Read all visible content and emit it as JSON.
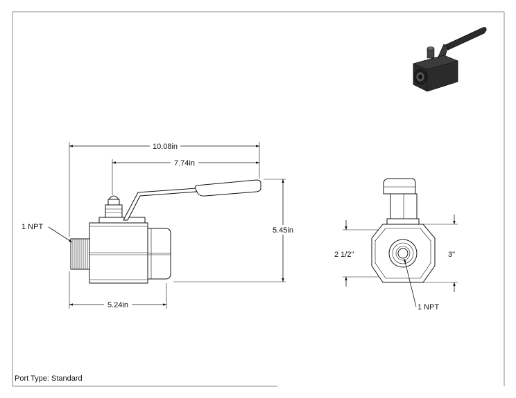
{
  "dimensions": {
    "overall_length": "10.08in",
    "handle_length": "7.74in",
    "height": "5.45in",
    "body_length": "5.24in",
    "across_flats": "2 1/2\"",
    "across_corners": "3\""
  },
  "labels": {
    "left_port": "1 NPT",
    "end_port": "1 NPT",
    "port_type": "Port Type: Standard"
  },
  "colors": {
    "line": "#111111",
    "frame": "#888888",
    "iso_body": "#2b2b2b"
  }
}
